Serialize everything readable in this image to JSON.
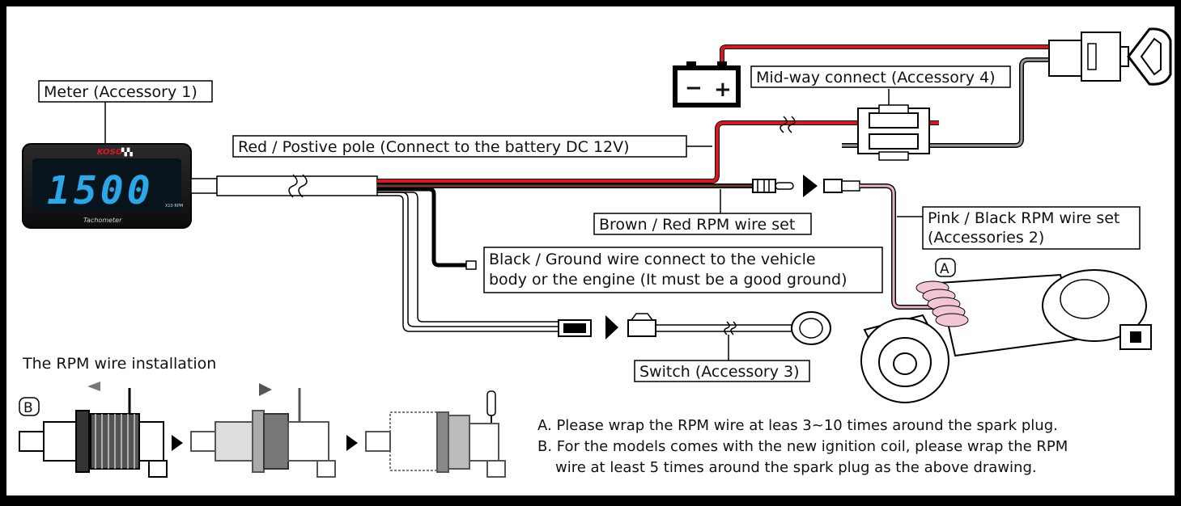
{
  "labels": {
    "meter": "Meter (Accessory 1)",
    "red_positive": "Red / Postive pole (Connect to the battery DC 12V)",
    "mid_way": "Mid-way connect (Accessory 4)",
    "brown_red": "Brown / Red RPM wire set",
    "pink_black_line1": "Pink / Black RPM wire set",
    "pink_black_line2": "(Accessories 2)",
    "black_ground_line1": "Black / Ground wire connect to the vehicle",
    "black_ground_line2": "body or the engine (It must be a good ground)",
    "switch": "Switch (Accessory 3)",
    "section_title": "The RPM wire installation",
    "marker_a": "A",
    "marker_b": "B"
  },
  "meter_display": {
    "brand": "KOSO",
    "digits": "1500",
    "unit": "X10 RPM",
    "caption": "Tachometer"
  },
  "notes": {
    "a": "A. Please wrap the RPM wire at leas 3~10 times around the spark plug.",
    "b_line1": "B. For the models comes with the new ignition coil, please wrap the RPM",
    "b_line2": "wire at least 5 times around the spark plug as the above drawing."
  },
  "battery_symbols": {
    "minus": "−",
    "plus": "+"
  },
  "colors": {
    "red_wire": "#d7191c",
    "brown_wire": "#6b3b2a",
    "pink_wire": "#e8b4c4",
    "digit_blue": "#2aa7e6",
    "meter_body": "#1c1c1e"
  }
}
